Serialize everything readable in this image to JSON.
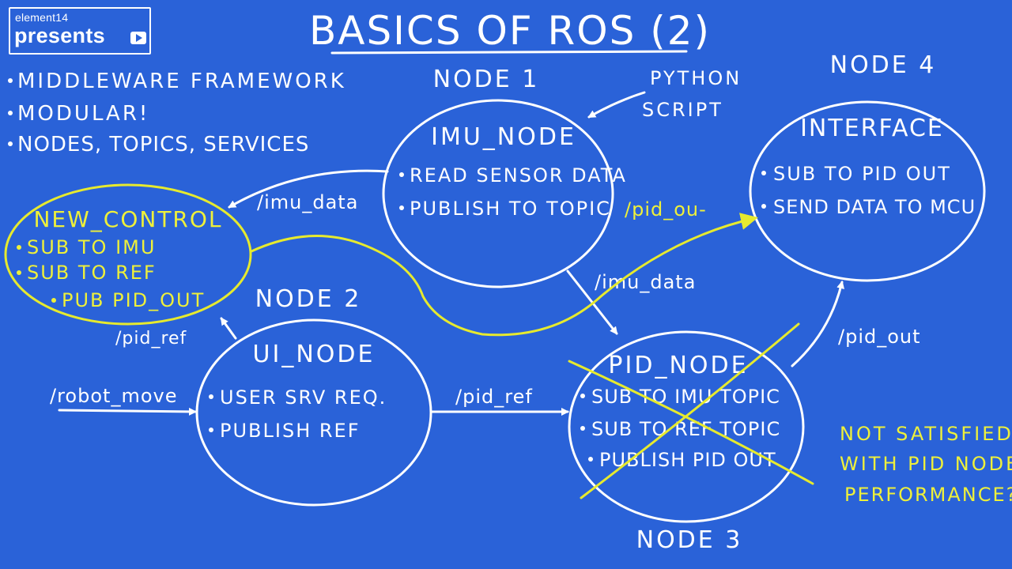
{
  "logo": {
    "top": "element14",
    "bottom": "presents"
  },
  "title": "BASICS OF ROS (2)",
  "bullets": [
    "MIDDLEWARE FRAMEWORK",
    "MODULAR!",
    "NODES, TOPICS, SERVICES"
  ],
  "nodes": {
    "imu": {
      "caption": "NODE 1",
      "name": "IMU_NODE",
      "items": [
        "READ SENSOR DATA",
        "PUBLISH TO TOPIC"
      ]
    },
    "ui": {
      "caption": "NODE 2",
      "name": "UI_NODE",
      "items": [
        "USER SRV REQ.",
        "PUBLISH REF"
      ]
    },
    "pid": {
      "caption": "NODE 3",
      "name": "PID_NODE",
      "items": [
        "SUB TO IMU TOPIC",
        "SUB TO REF TOPIC",
        "PUBLISH PID OUT"
      ]
    },
    "interface": {
      "caption": "NODE 4",
      "name": "INTERFACE",
      "items": [
        "SUB TO PID OUT",
        "SEND DATA TO MCU"
      ]
    },
    "new_control": {
      "name": "NEW_CONTROL",
      "items": [
        "SUB TO IMU",
        "SUB TO REF",
        "PUB PID_OUT"
      ]
    }
  },
  "python_note": [
    "PYTHON",
    "SCRIPT"
  ],
  "topics": {
    "imu_data_left": "/imu_data",
    "imu_data_down": "/imu_data",
    "pid_ref_up": "/pid_ref",
    "pid_ref_right": "/pid_ref",
    "robot_move": "/robot_move",
    "pid_out": "/pid_out",
    "pid_out_yellow": "/pid_ou-"
  },
  "question": [
    "NOT SATISFIED",
    "WITH PID NODE",
    "PERFORMANCE?"
  ],
  "colors": {
    "background": "#2a62d8",
    "ink": "#ffffff",
    "highlight": "#eef03a"
  }
}
